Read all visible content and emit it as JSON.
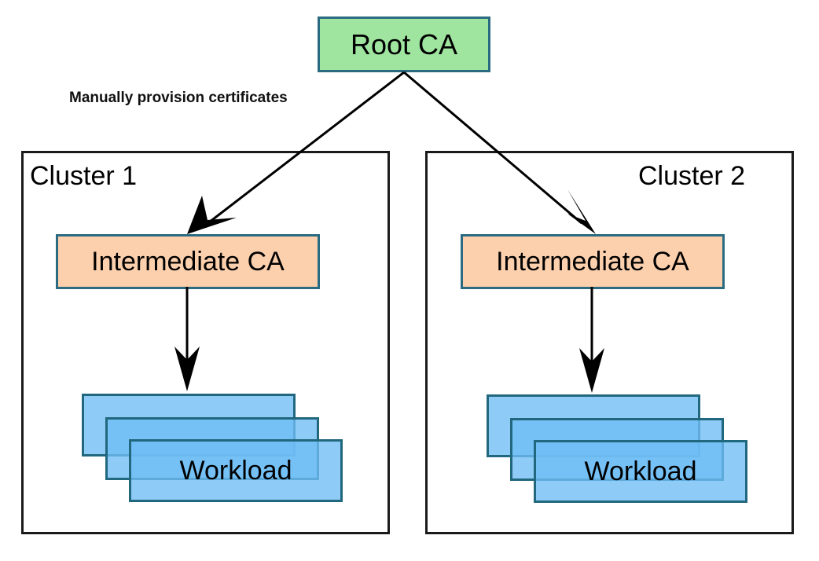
{
  "diagram": {
    "root": {
      "label": "Root CA",
      "fill": "#9fe59f",
      "border": "#2a6b82"
    },
    "edge_caption": "Manually provision certificates",
    "clusters": [
      {
        "label": "Cluster 1",
        "intermediate": {
          "label": "Intermediate CA",
          "fill": "#fdd0ad"
        },
        "workload": {
          "label": "Workload",
          "fill": "#8ecbf5",
          "stack_count": 3
        }
      },
      {
        "label": "Cluster 2",
        "intermediate": {
          "label": "Intermediate CA",
          "fill": "#fdd0ad"
        },
        "workload": {
          "label": "Workload",
          "fill": "#8ecbf5",
          "stack_count": 3
        }
      }
    ],
    "edges": [
      {
        "from": "Root CA",
        "to": "Cluster 1 Intermediate CA"
      },
      {
        "from": "Root CA",
        "to": "Cluster 2 Intermediate CA"
      },
      {
        "from": "Cluster 1 Intermediate CA",
        "to": "Cluster 1 Workload"
      },
      {
        "from": "Cluster 2 Intermediate CA",
        "to": "Cluster 2 Workload"
      }
    ]
  }
}
